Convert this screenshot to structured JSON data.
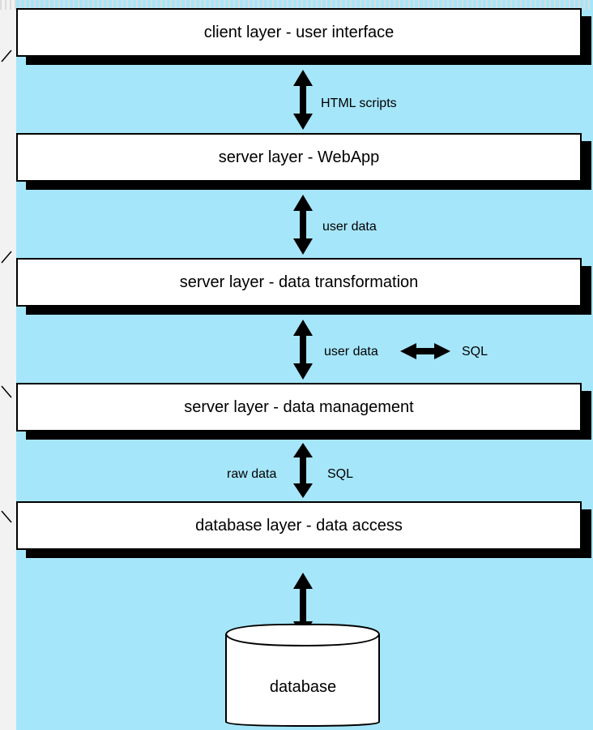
{
  "layers": [
    {
      "label": "client layer - user interface"
    },
    {
      "label": "server layer - WebApp"
    },
    {
      "label": "server layer - data transformation"
    },
    {
      "label": "server layer - data management"
    },
    {
      "label": "database layer - data access"
    }
  ],
  "connectors": [
    {
      "label": "HTML scripts"
    },
    {
      "label": "user data"
    },
    {
      "label_left": "user data",
      "label_right": "SQL"
    },
    {
      "label_left": "raw data",
      "label_right": "SQL"
    }
  ],
  "database": {
    "label": "database"
  },
  "colors": {
    "background": "#a6e6fa",
    "box": "#ffffff",
    "stroke": "#000000"
  }
}
